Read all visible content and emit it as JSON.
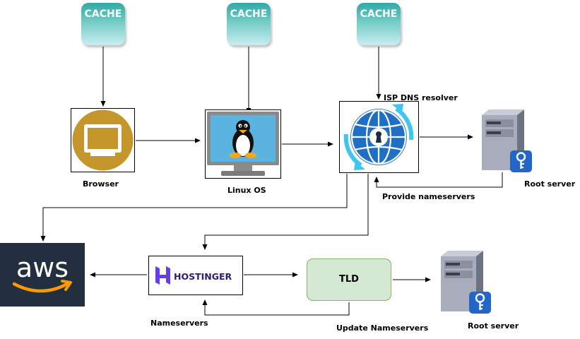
{
  "caches": [
    {
      "label": "CACHE"
    },
    {
      "label": "CACHE"
    },
    {
      "label": "CACHE"
    }
  ],
  "nodes": {
    "browser": {
      "label": "Browser",
      "icon": "monitor-icon"
    },
    "linux": {
      "label": "Linux OS",
      "icon": "tux-penguin-icon"
    },
    "isp": {
      "label": "ISP DNS resolver",
      "icon": "globe-lock-icon"
    },
    "root_server_top": {
      "label": "Root server",
      "icon": "server-key-icon"
    },
    "aws": {
      "logo_text": "aws",
      "icon": "aws-logo-icon"
    },
    "hostinger": {
      "logo_text": "HOSTINGER",
      "icon": "hostinger-logo-icon"
    },
    "tld": {
      "label": "TLD"
    },
    "root_server_bottom": {
      "label": "Root server",
      "icon": "server-key-icon"
    }
  },
  "edge_labels": {
    "provide_ns": "Provide nameservers",
    "nameservers": "Nameservers",
    "update_ns": "Update Nameservers"
  },
  "colors": {
    "cache_top": "#2fa9a6",
    "cache_bottom": "#c9ecf1",
    "browser_circle": "#c4962c",
    "globe_blue": "#1f6fc5",
    "globe_arrows": "#3fc6ee",
    "tld_fill": "#d5e8d4",
    "tld_border": "#82b366",
    "aws_bg": "#232f3e",
    "aws_smile": "#ff9900",
    "hostinger_purple": "#673de6"
  }
}
